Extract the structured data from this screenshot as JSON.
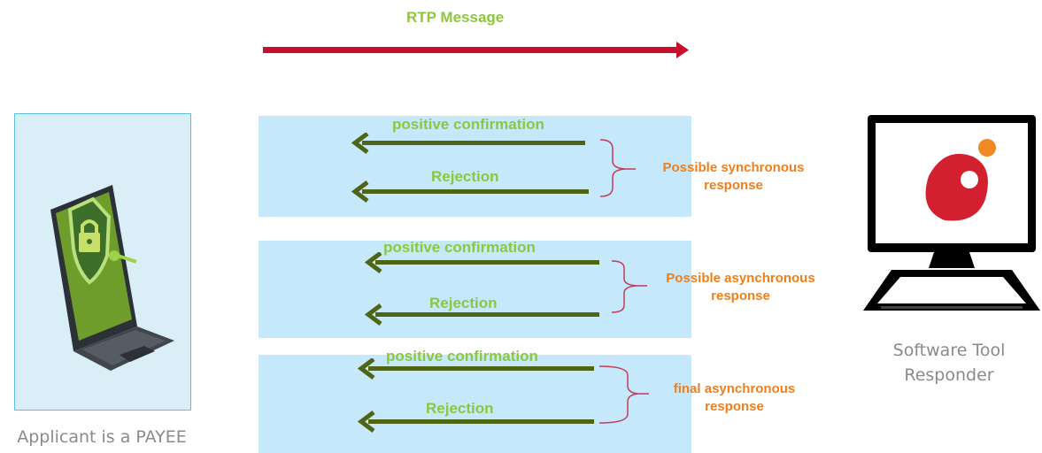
{
  "header": {
    "title": "RTP Message"
  },
  "groups": [
    {
      "top_label": "positive confirmation",
      "bottom_label": "Rejection",
      "note_line1": "Possible synchronous",
      "note_line2": "response"
    },
    {
      "top_label": "positive confirmation",
      "bottom_label": "Rejection",
      "note_line1": "Possible asynchronous",
      "note_line2": "response"
    },
    {
      "top_label": "positive confirmation",
      "bottom_label": "Rejection",
      "note_line1": "final asynchronous",
      "note_line2": "response"
    }
  ],
  "left_actor": {
    "caption": "Applicant is a PAYEE",
    "icon": "laptop-shield-lock-icon"
  },
  "right_actor": {
    "caption_line1": "Software Tool",
    "caption_line2": "Responder",
    "icon": "computer-monitor-logo-icon"
  },
  "colors": {
    "request_arrow": "#c8102e",
    "response_arrow": "#4f6415",
    "label_green": "#8dc63f",
    "note_orange": "#f07f1b",
    "band": "#c6e8fb",
    "brace": "#c43b5a"
  }
}
